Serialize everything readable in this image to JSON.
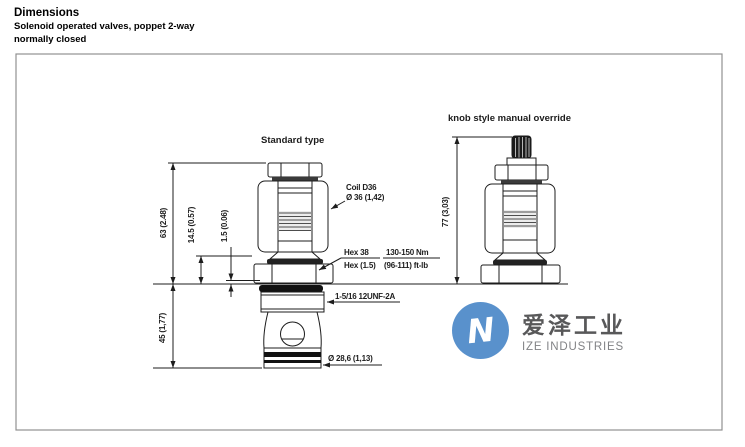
{
  "header": {
    "title": "Dimensions",
    "subtitle_line1": "Solenoid operated valves, poppet 2-way",
    "subtitle_line2": "normally closed"
  },
  "drawing": {
    "standard_label": "Standard type",
    "knob_label": "knob style manual override",
    "dims": {
      "height_total": "63 (2.48)",
      "height_coil": "14.5 (0.57)",
      "height_shoulder": "1.5 (0.06)",
      "height_cartridge": "45 (1,77)",
      "height_knob_total": "77 (3,03)"
    },
    "annotations": {
      "coil_line1": "Coil D36",
      "coil_line2": "Ø 36 (1,42)",
      "hex_line1": "Hex 38",
      "hex_line2": "Hex (1.5)",
      "torque_line1": "130-150 Nm",
      "torque_line2": "(96-111) ft-lb",
      "thread": "1-5/16 12UNF-2A",
      "nose_dia": "Ø 28,6 (1,13)"
    }
  },
  "watermark": {
    "chinese": "爱泽工业",
    "english": "IZE INDUSTRIES",
    "letter": "N",
    "logo_color": "#4b88c8",
    "text_color": "#4a4a4c",
    "sub_color": "#77787b"
  }
}
